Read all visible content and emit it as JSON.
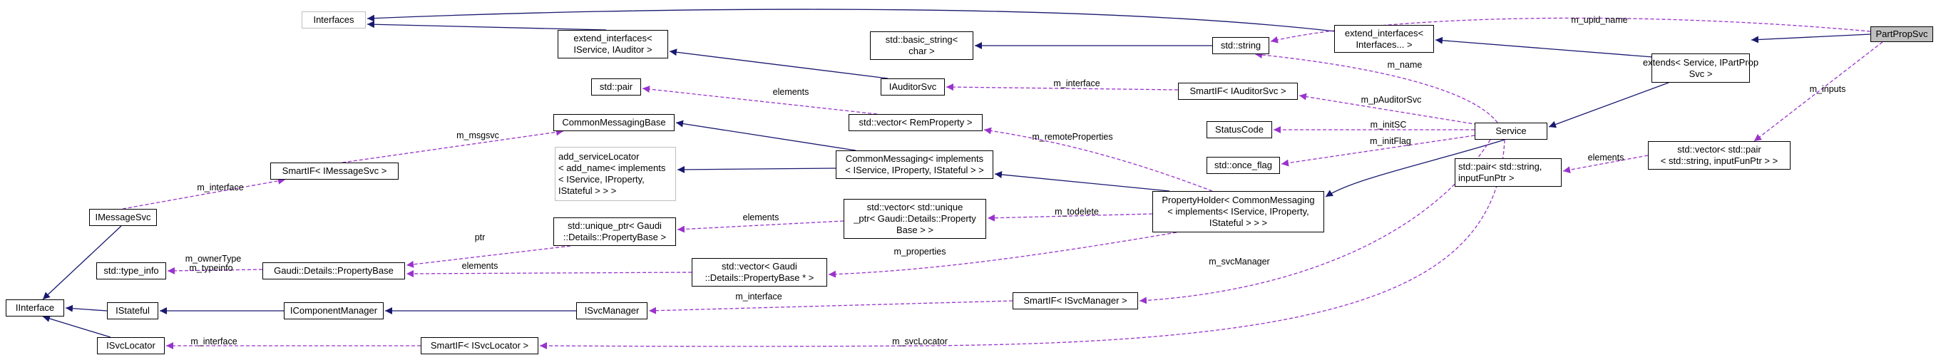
{
  "nodes": [
    {
      "id": "ppsvc",
      "label": "PartPropSvc"
    },
    {
      "id": "extends",
      "label": "extends< Service, IPartProp\nSvc >"
    },
    {
      "id": "extif1",
      "label": "extend_interfaces<\nInterfaces... >"
    },
    {
      "id": "interfaces",
      "label": "Interfaces"
    },
    {
      "id": "extif2",
      "label": "extend_interfaces<\nIService, IAuditor >"
    },
    {
      "id": "basicstr",
      "label": "std::basic_string<\nchar >"
    },
    {
      "id": "stdstring",
      "label": "std::string"
    },
    {
      "id": "iauditorsvc",
      "label": "IAuditorSvc"
    },
    {
      "id": "smartifaud",
      "label": "SmartIF< IAuditorSvc >"
    },
    {
      "id": "stdpair",
      "label": "std::pair"
    },
    {
      "id": "vecrem",
      "label": "std::vector< RemProperty >"
    },
    {
      "id": "cmb",
      "label": "CommonMessagingBase"
    },
    {
      "id": "statuscode",
      "label": "StatusCode"
    },
    {
      "id": "service",
      "label": "Service"
    },
    {
      "id": "smartifmsg",
      "label": "SmartIF< IMessageSvc >"
    },
    {
      "id": "addsl",
      "label": "add_serviceLocator\n< add_name< implements\n< IService, IProperty,\nIStateful > > >"
    },
    {
      "id": "cmimpl",
      "label": "CommonMessaging< implements\n< IService, IProperty, IStateful > >"
    },
    {
      "id": "onceflag",
      "label": "std::once_flag"
    },
    {
      "id": "vecpair",
      "label": "std::vector< std::pair\n< std::string, inputFunPtr > >"
    },
    {
      "id": "pairstr",
      "label": "std::pair< std::string,\ninputFunPtr >"
    },
    {
      "id": "imsgsvc",
      "label": "IMessageSvc"
    },
    {
      "id": "uniqueptr",
      "label": "std::unique_ptr< Gaudi\n::Details::PropertyBase >"
    },
    {
      "id": "vecunique",
      "label": "std::vector< std::unique\n_ptr< Gaudi::Details::Property\nBase > >"
    },
    {
      "id": "propholder",
      "label": "PropertyHolder< CommonMessaging\n< implements< IService, IProperty,\nIStateful > > >"
    },
    {
      "id": "typeinfo",
      "label": "std::type_info"
    },
    {
      "id": "propbase",
      "label": "Gaudi::Details::PropertyBase"
    },
    {
      "id": "vecgaudi",
      "label": "std::vector< Gaudi\n::Details::PropertyBase * >"
    },
    {
      "id": "iinterface",
      "label": "IInterface"
    },
    {
      "id": "istateful",
      "label": "IStateful"
    },
    {
      "id": "icompmgr",
      "label": "IComponentManager"
    },
    {
      "id": "isvcmgr",
      "label": "ISvcManager"
    },
    {
      "id": "smartifsvcmgr",
      "label": "SmartIF< ISvcManager >"
    },
    {
      "id": "isvcloc",
      "label": "ISvcLocator"
    },
    {
      "id": "smartifsvcloc",
      "label": "SmartIF< ISvcLocator >"
    }
  ],
  "edge_labels": [
    {
      "id": "upid",
      "text": "m_upid_name"
    },
    {
      "id": "inputs",
      "text": "m_inputs"
    },
    {
      "id": "name",
      "text": "m_name"
    },
    {
      "id": "interface_aud",
      "text": "m_interface"
    },
    {
      "id": "elements_pair",
      "text": "elements"
    },
    {
      "id": "pauditor",
      "text": "m_pAuditorSvc"
    },
    {
      "id": "msgsvc",
      "text": "m_msgsvc"
    },
    {
      "id": "initsc",
      "text": "m_initSC"
    },
    {
      "id": "initflag",
      "text": "m_initFlag"
    },
    {
      "id": "remote",
      "text": "m_remoteProperties"
    },
    {
      "id": "elements_str",
      "text": "elements"
    },
    {
      "id": "interface_msg",
      "text": "m_interface"
    },
    {
      "id": "elements_uniq",
      "text": "elements"
    },
    {
      "id": "todelete",
      "text": "m_todelete"
    },
    {
      "id": "ptr",
      "text": "ptr"
    },
    {
      "id": "ownertype",
      "text": "m_ownerType"
    },
    {
      "id": "typeinfo_lbl",
      "text": "m_typeinfo"
    },
    {
      "id": "elements_gaudi",
      "text": "elements"
    },
    {
      "id": "properties",
      "text": "m_properties"
    },
    {
      "id": "svcmanager",
      "text": "m_svcManager"
    },
    {
      "id": "interface_svcmgr",
      "text": "m_interface"
    },
    {
      "id": "interface_svcloc",
      "text": "m_interface"
    },
    {
      "id": "svclocator",
      "text": "m_svcLocator"
    }
  ],
  "colors": {
    "inheritance": "#191970",
    "usage": "#9a32cd",
    "focus_fill": "#bfbfbf",
    "gray_border": "#bfbfbf"
  }
}
